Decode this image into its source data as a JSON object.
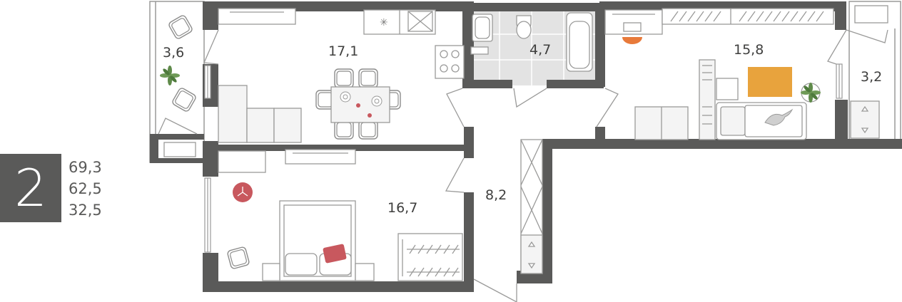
{
  "apartment": {
    "rooms_count": "2",
    "areas": [
      "69,3",
      "62,5",
      "32,5"
    ]
  },
  "rooms": {
    "balcony_left": "3,6",
    "kitchen_living": "17,1",
    "bathroom": "4,7",
    "bedroom_right": "15,8",
    "balcony_right": "3,2",
    "bedroom_left": "16,7",
    "hallway": "8,2"
  },
  "colors": {
    "wall": "#5a5a59",
    "furniture_stroke": "#9a9a99",
    "furniture_fill": "#f4f4f4",
    "bathroom_floor": "#e3e3e3",
    "accent_orange": "#e8a33d",
    "accent_red": "#c8585e",
    "plant_green": "#5f8a4a"
  }
}
